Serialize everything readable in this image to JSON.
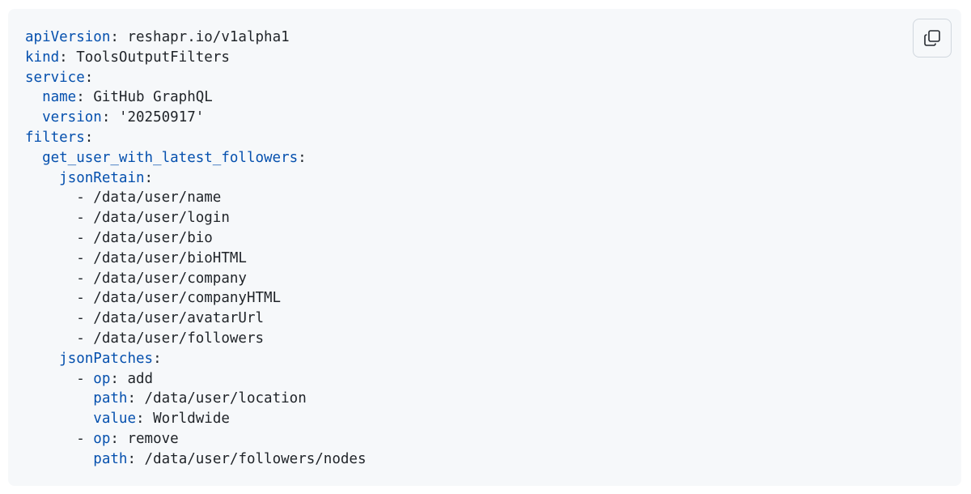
{
  "code_block": {
    "language": "yaml",
    "copy_button": {
      "icon": "copy-icon"
    },
    "lines": [
      {
        "indent": "",
        "dash": "",
        "key": "apiVersion",
        "value": "reshapr.io/v1alpha1"
      },
      {
        "indent": "",
        "dash": "",
        "key": "kind",
        "value": "ToolsOutputFilters"
      },
      {
        "indent": "",
        "dash": "",
        "key": "service",
        "value": ""
      },
      {
        "indent": "  ",
        "dash": "",
        "key": "name",
        "value": "GitHub GraphQL"
      },
      {
        "indent": "  ",
        "dash": "",
        "key": "version",
        "value": "'20250917'"
      },
      {
        "indent": "",
        "dash": "",
        "key": "filters",
        "value": ""
      },
      {
        "indent": "  ",
        "dash": "",
        "key": "get_user_with_latest_followers",
        "value": ""
      },
      {
        "indent": "    ",
        "dash": "",
        "key": "jsonRetain",
        "value": ""
      },
      {
        "indent": "      ",
        "dash": "- ",
        "key": "",
        "value": "/data/user/name"
      },
      {
        "indent": "      ",
        "dash": "- ",
        "key": "",
        "value": "/data/user/login"
      },
      {
        "indent": "      ",
        "dash": "- ",
        "key": "",
        "value": "/data/user/bio"
      },
      {
        "indent": "      ",
        "dash": "- ",
        "key": "",
        "value": "/data/user/bioHTML"
      },
      {
        "indent": "      ",
        "dash": "- ",
        "key": "",
        "value": "/data/user/company"
      },
      {
        "indent": "      ",
        "dash": "- ",
        "key": "",
        "value": "/data/user/companyHTML"
      },
      {
        "indent": "      ",
        "dash": "- ",
        "key": "",
        "value": "/data/user/avatarUrl"
      },
      {
        "indent": "      ",
        "dash": "- ",
        "key": "",
        "value": "/data/user/followers"
      },
      {
        "indent": "    ",
        "dash": "",
        "key": "jsonPatches",
        "value": ""
      },
      {
        "indent": "      ",
        "dash": "- ",
        "key": "op",
        "value": "add"
      },
      {
        "indent": "        ",
        "dash": "",
        "key": "path",
        "value": "/data/user/location"
      },
      {
        "indent": "        ",
        "dash": "",
        "key": "value",
        "value": "Worldwide"
      },
      {
        "indent": "      ",
        "dash": "- ",
        "key": "op",
        "value": "remove"
      },
      {
        "indent": "        ",
        "dash": "",
        "key": "path",
        "value": "/data/user/followers/nodes"
      }
    ]
  }
}
